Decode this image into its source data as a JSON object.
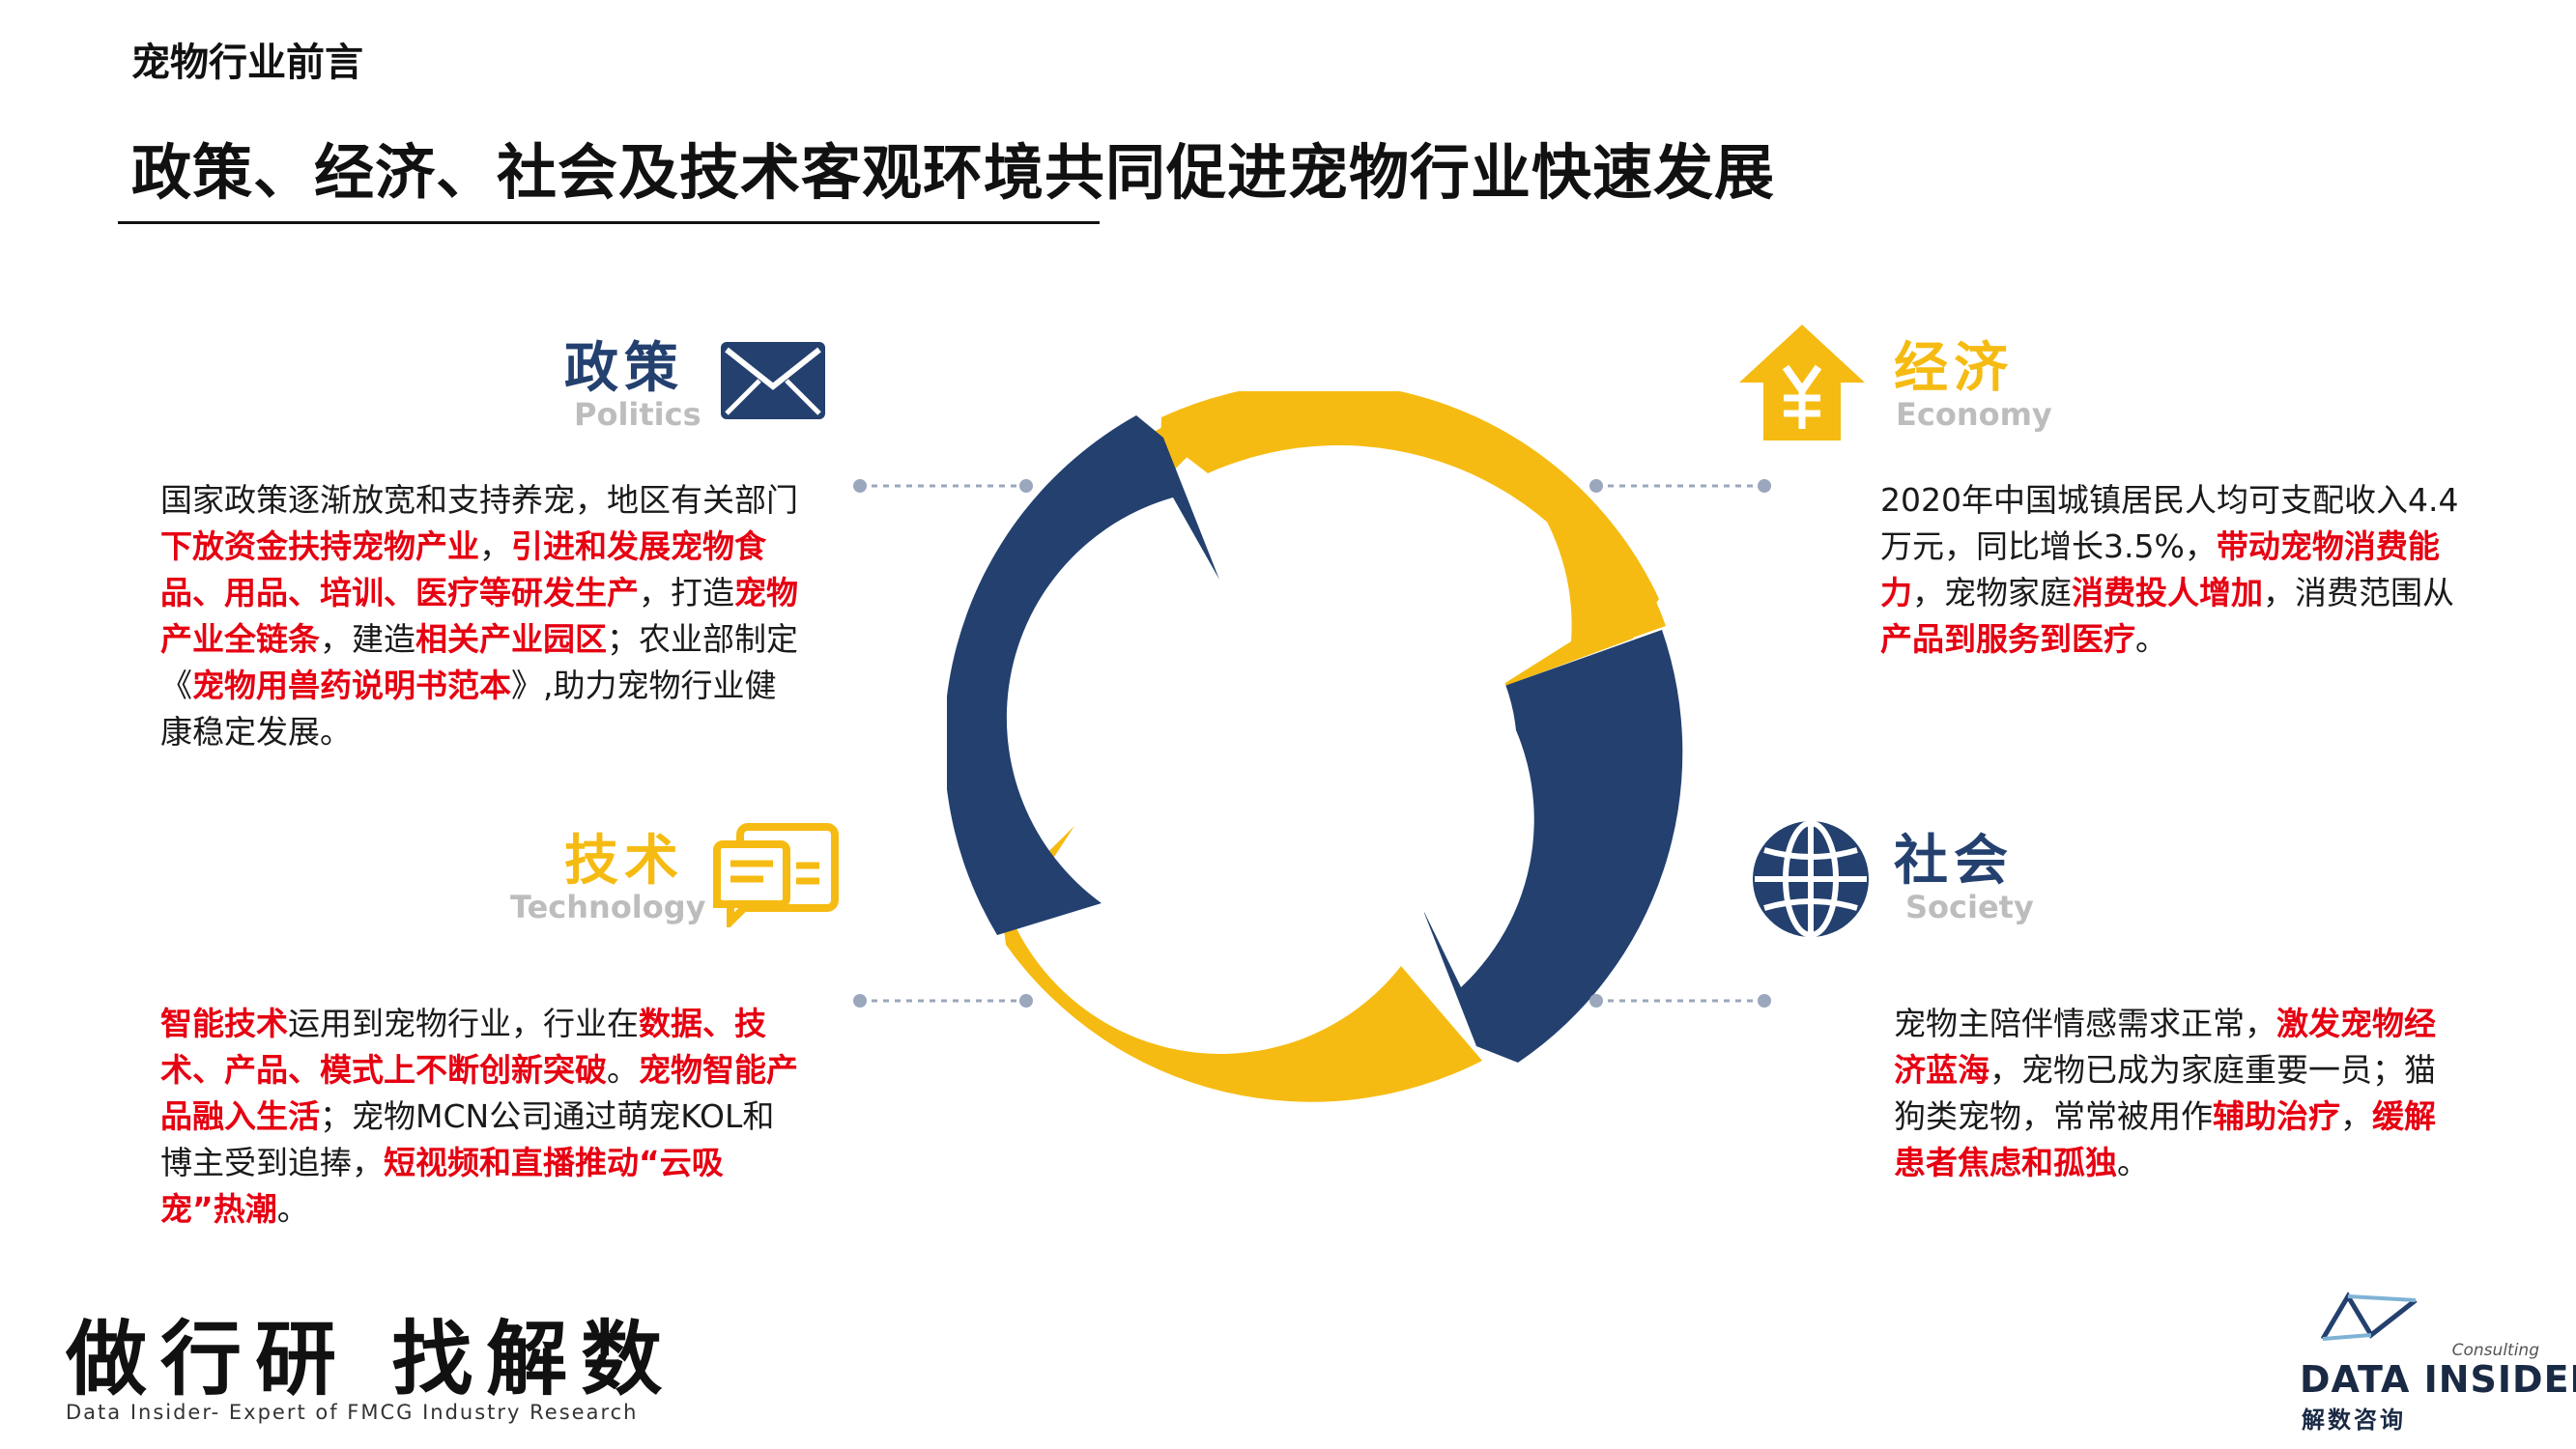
{
  "header": {
    "section": "宠物行业前言",
    "title": "政策、经济、社会及技术客观环境共同促进宠物行业快速发展"
  },
  "politics": {
    "title": "政策",
    "subtitle": "Politics",
    "icon": "envelope-icon",
    "segments": [
      {
        "t": "国家政策逐渐放宽和支持养宠，地区有关部门",
        "h": false
      },
      {
        "t": "下放资金扶持宠物产业",
        "h": true
      },
      {
        "t": "，",
        "h": false
      },
      {
        "t": "引进和发展宠物食品、用品、培训、医疗等研发生产",
        "h": true
      },
      {
        "t": "，打造",
        "h": false
      },
      {
        "t": "宠物产业全链条",
        "h": true
      },
      {
        "t": "，建造",
        "h": false
      },
      {
        "t": "相关产业园区",
        "h": true
      },
      {
        "t": "；农业部制定《",
        "h": false
      },
      {
        "t": "宠物用兽药说明书范本",
        "h": true
      },
      {
        "t": "》,助力宠物行业健康稳定发展。",
        "h": false
      }
    ]
  },
  "economy": {
    "title": "经济",
    "subtitle": "Economy",
    "icon": "yen-house-icon",
    "segments": [
      {
        "t": "2020年中国城镇居民人均可支配收入4.4万元，同比增长3.5%，",
        "h": false
      },
      {
        "t": "带动宠物消费能力",
        "h": true
      },
      {
        "t": "，宠物家庭",
        "h": false
      },
      {
        "t": "消费投人增加",
        "h": true
      },
      {
        "t": "，消费范围从",
        "h": false
      },
      {
        "t": "产品到服务到医疗",
        "h": true
      },
      {
        "t": "。",
        "h": false
      }
    ]
  },
  "technology": {
    "title": "技术",
    "subtitle": "Technology",
    "icon": "chat-screen-icon",
    "segments": [
      {
        "t": "智能技术",
        "h": true
      },
      {
        "t": "运用到宠物行业，行业在",
        "h": false
      },
      {
        "t": "数据、技术、产品、模式上不断创新突破",
        "h": true
      },
      {
        "t": "。",
        "h": false
      },
      {
        "t": "宠物智能产品融入生活",
        "h": true
      },
      {
        "t": "；宠物MCN公司通过萌宠KOL和博主受到追捧，",
        "h": false
      },
      {
        "t": "短视频和直播推动“云吸宠”热潮",
        "h": true
      },
      {
        "t": "。",
        "h": false
      }
    ]
  },
  "society": {
    "title": "社会",
    "subtitle": "Society",
    "icon": "globe-icon",
    "segments": [
      {
        "t": "宠物主陪伴情感需求正常，",
        "h": false
      },
      {
        "t": "激发宠物经济蓝海",
        "h": true
      },
      {
        "t": "，宠物已成为家庭重要一员；猫狗类宠物，常常被用作",
        "h": false
      },
      {
        "t": "辅助治疗",
        "h": true
      },
      {
        "t": "，",
        "h": false
      },
      {
        "t": "缓解患者焦虑和孤独",
        "h": true
      },
      {
        "t": "。",
        "h": false
      }
    ]
  },
  "footer": {
    "slogan": "做行研 找解数",
    "slogan_sub": "Data Insider- Expert of FMCG Industry Research",
    "brand_name": "DATA INSIDER",
    "brand_tag": "Consulting",
    "brand_cn": "解数咨询"
  },
  "colors": {
    "navy": "#23406f",
    "gold": "#f6bb12",
    "highlight": "#e60012"
  }
}
